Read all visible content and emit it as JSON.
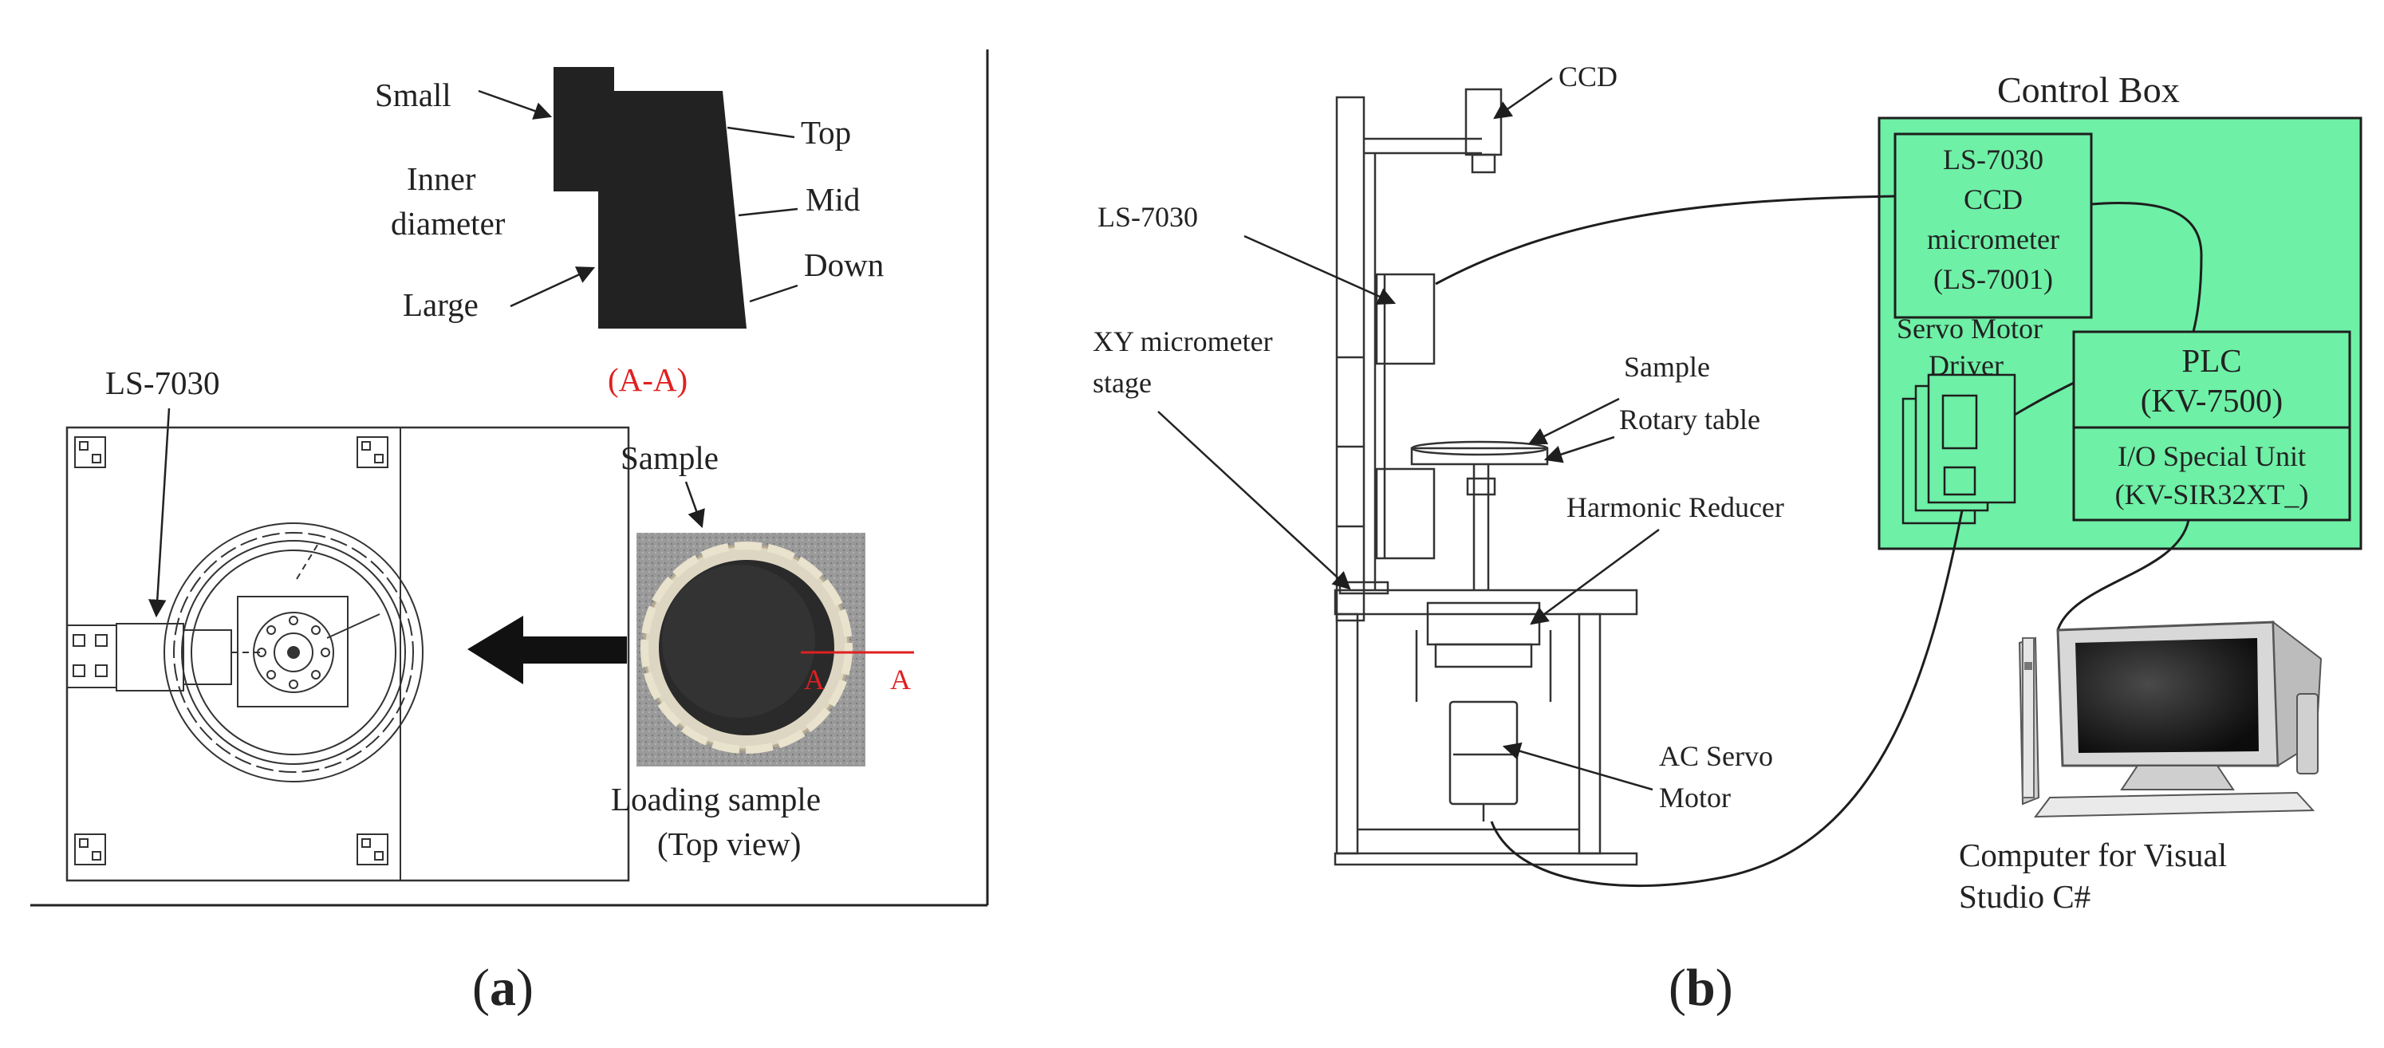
{
  "panel_a": {
    "caption_prefix": "(",
    "caption_letter": "a",
    "caption_suffix": ")",
    "section": {
      "small": "Small",
      "inner": "Inner",
      "diameter": "diameter",
      "large": "Large",
      "top": "Top",
      "mid": "Mid",
      "down": "Down",
      "section_label": "(A-A)"
    },
    "ls7030": "LS-7030",
    "sample": "Sample",
    "loading_line1": "Loading sample",
    "loading_line2": "(Top view)",
    "cut_left": "A",
    "cut_right": "A"
  },
  "panel_b": {
    "caption_prefix": "(",
    "caption_letter": "b",
    "caption_suffix": ")",
    "ccd": "CCD",
    "ls7030": "LS-7030",
    "xy_line1": "XY micrometer",
    "xy_line2": "stage",
    "sample": "Sample",
    "rotary": "Rotary table",
    "harmonic": "Harmonic Reducer",
    "ac_line1": "AC Servo",
    "ac_line2": "Motor",
    "control_box": "Control Box",
    "ccd_box": [
      "LS-7030",
      "CCD",
      "micrometer",
      "(LS-7001)"
    ],
    "servo_line1": "Servo Motor",
    "servo_line2": "Driver",
    "plc_line1": "PLC",
    "plc_line2": "(KV-7500)",
    "io_line1": "I/O Special Unit",
    "io_line2": "(KV-SIR32XT_)",
    "computer_line1": "Computer for Visual",
    "computer_line2": "Studio C#"
  },
  "colors": {
    "control_green": "#6EF0A6",
    "section_red": "#E02020",
    "ink": "#1E1E1E"
  }
}
